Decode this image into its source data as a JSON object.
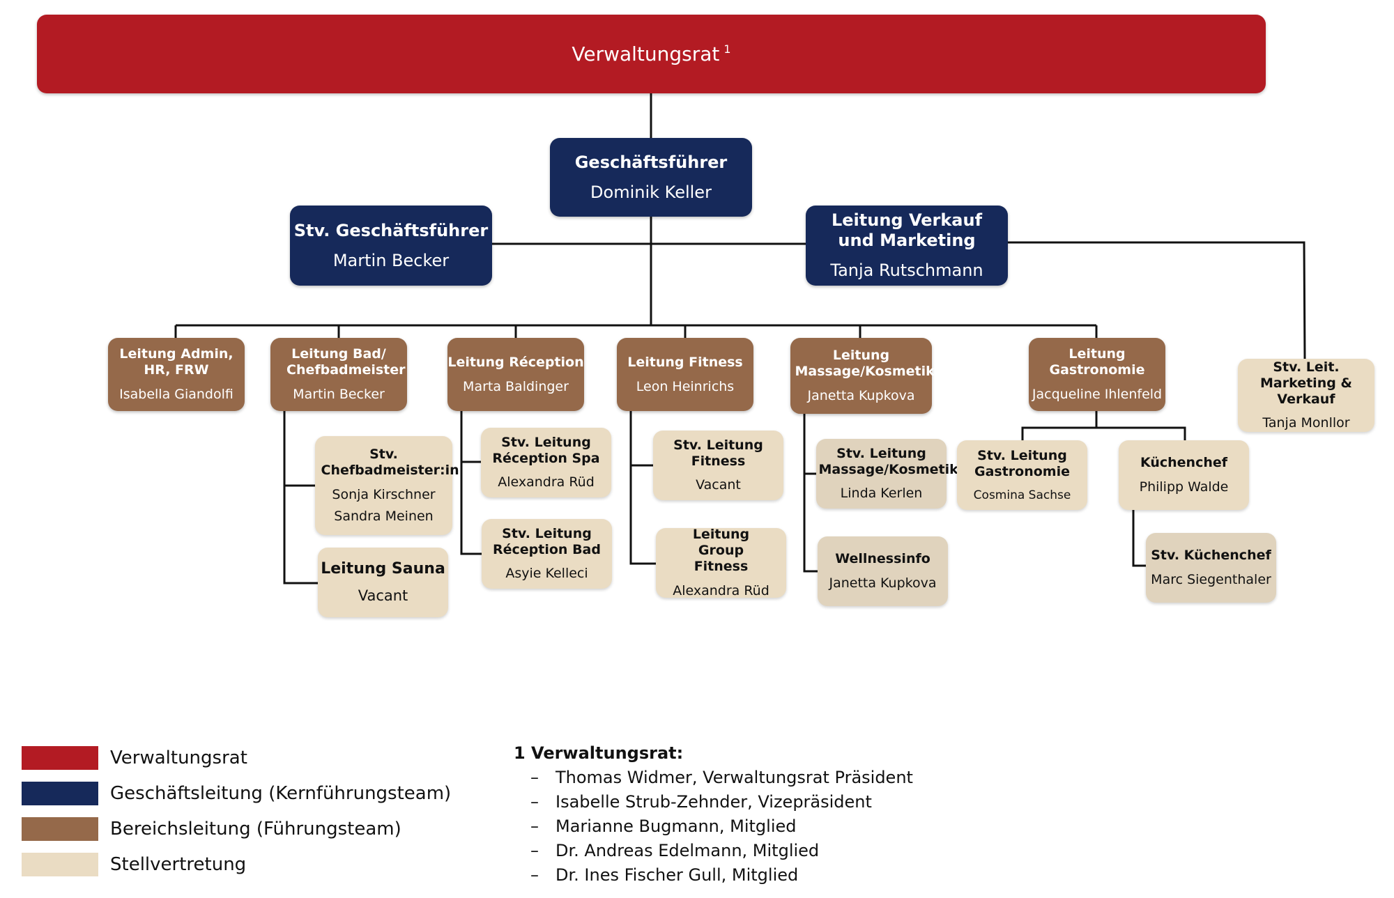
{
  "board": {
    "title": "Verwaltungsrat",
    "footnote": "1"
  },
  "management": {
    "ceo": {
      "title": "Geschäftsführer",
      "name": "Dominik Keller"
    },
    "deputy": {
      "title": "Stv. Geschäftsführer",
      "name": "Martin Becker"
    },
    "sales": {
      "title": "Leitung Verkauf und Marketing",
      "name": "Tanja Rutschmann"
    }
  },
  "departments": {
    "admin": {
      "title": "Leitung Admin, HR, FRW",
      "name": "Isabella Giandolfi"
    },
    "bad": {
      "title": "Leitung Bad/ Chefbadmeister",
      "name": "Martin Becker"
    },
    "reception": {
      "title": "Leitung Réception",
      "name": "Marta Baldinger"
    },
    "fitness": {
      "title": "Leitung Fitness",
      "name": "Leon Heinrichs"
    },
    "massage": {
      "title": "Leitung Massage/Kosmetik",
      "name": "Janetta Kupkova"
    },
    "gastro": {
      "title": "Leitung Gastronomie",
      "name": "Jacqueline Ihlenfeld"
    }
  },
  "deputies": {
    "stv_marketing": {
      "title": "Stv. Leit. Marketing & Verkauf",
      "name": "Tanja Monllor"
    },
    "chefbad": {
      "title": "Stv. Chefbadmeister:in",
      "names": [
        "Sonja Kirschner",
        "Sandra Meinen"
      ]
    },
    "sauna": {
      "title": "Leitung Sauna",
      "name": "Vacant"
    },
    "rec_spa": {
      "title": "Stv. Leitung Réception Spa",
      "name": "Alexandra Rüd"
    },
    "rec_bad": {
      "title": "Stv. Leitung Réception Bad",
      "name": "Asyie Kelleci"
    },
    "stv_fitness": {
      "title": "Stv. Leitung Fitness",
      "name": "Vacant"
    },
    "group_fitness": {
      "title": "Leitung Group Fitness",
      "name": "Alexandra Rüd"
    },
    "stv_massage": {
      "title": "Stv. Leitung Massage/Kosmetik",
      "name": "Linda Kerlen"
    },
    "wellness": {
      "title": "Wellnessinfo",
      "name": "Janetta Kupkova"
    },
    "stv_gastro": {
      "title": "Stv. Leitung Gastronomie",
      "name": "Cosmina Sachse"
    },
    "kuechenchef": {
      "title": "Küchenchef",
      "name": "Philipp Walde"
    },
    "stv_kuechenchef": {
      "title": "Stv. Küchenchef",
      "name": "Marc Siegenthaler"
    }
  },
  "legend": [
    {
      "label": "Verwaltungsrat",
      "color": "#b31b23"
    },
    {
      "label": "Geschäftsleitung (Kernführungsteam)",
      "color": "#16295a"
    },
    {
      "label": "Bereichsleitung (Führungsteam)",
      "color": "#95694a"
    },
    {
      "label": "Stellvertretung",
      "color": "#eadcc3"
    }
  ],
  "notes": {
    "title": "1 Verwaltungsrat:",
    "dash": "–",
    "items": [
      "Thomas Widmer, Verwaltungsrat Präsident",
      "Isabelle Strub-Zehnder, Vizepräsident",
      "Marianne Bugmann, Mitglied",
      "Dr. Andreas Edelmann, Mitglied",
      "Dr. Ines Fischer Gull, Mitglied"
    ]
  }
}
